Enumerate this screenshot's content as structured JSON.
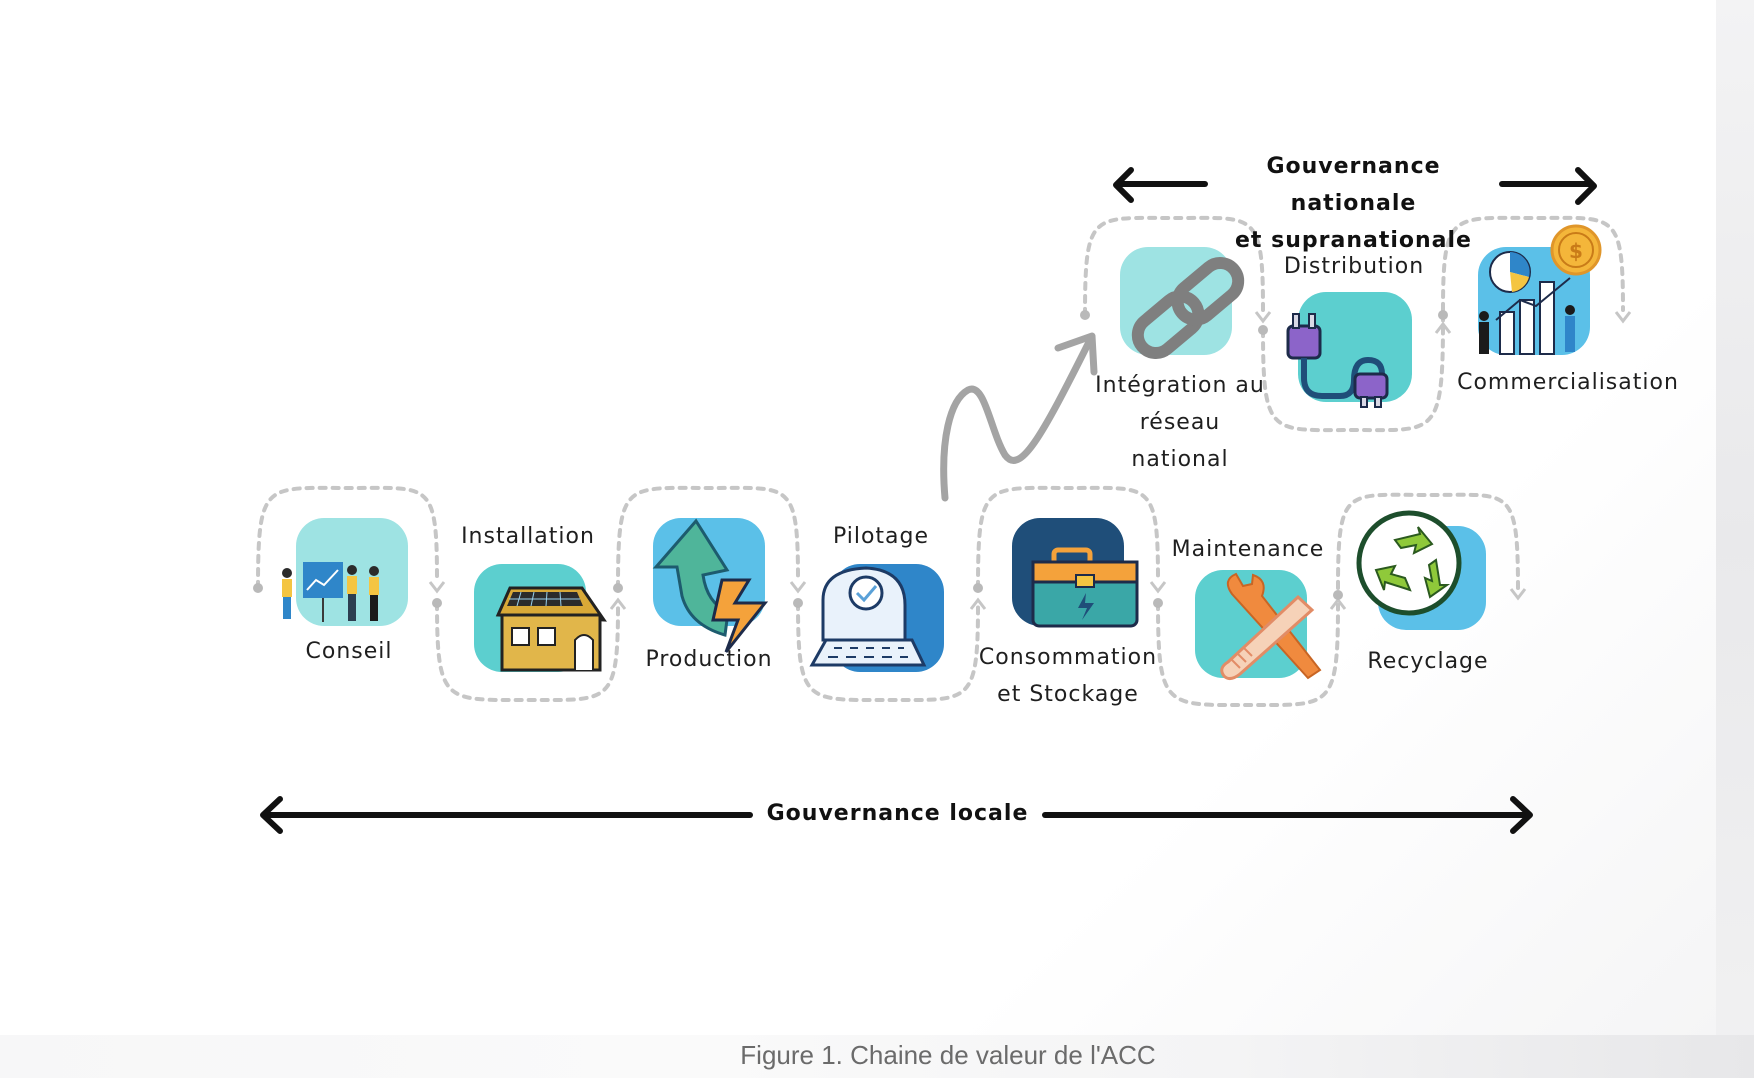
{
  "stages": [
    {
      "id": "conseil",
      "label": "Conseil"
    },
    {
      "id": "installation",
      "label": "Installation"
    },
    {
      "id": "production",
      "label": "Production"
    },
    {
      "id": "pilotage",
      "label": "Pilotage"
    },
    {
      "id": "consommation",
      "label": "Consommation\net Stockage"
    },
    {
      "id": "maintenance",
      "label": "Maintenance"
    },
    {
      "id": "recyclage",
      "label": "Recyclage"
    },
    {
      "id": "integration",
      "label": "Intégration au\nréseau\nnational"
    },
    {
      "id": "distribution",
      "label": "Distribution"
    },
    {
      "id": "commercialisation",
      "label": "Commercialisation"
    }
  ],
  "governance": {
    "national": "Gouvernance nationale\net supranationale",
    "local": "Gouvernance locale"
  },
  "caption": "Figure 1. Chaine de valeur de l'ACC",
  "colors": {
    "tile_light": "#9ee3e3",
    "tile_teal": "#5ccfcf",
    "tile_blue": "#5bc0e8",
    "tile_navy": "#1f4e79",
    "path_dashes": "#c6c6c6",
    "arrow": "#111111"
  }
}
